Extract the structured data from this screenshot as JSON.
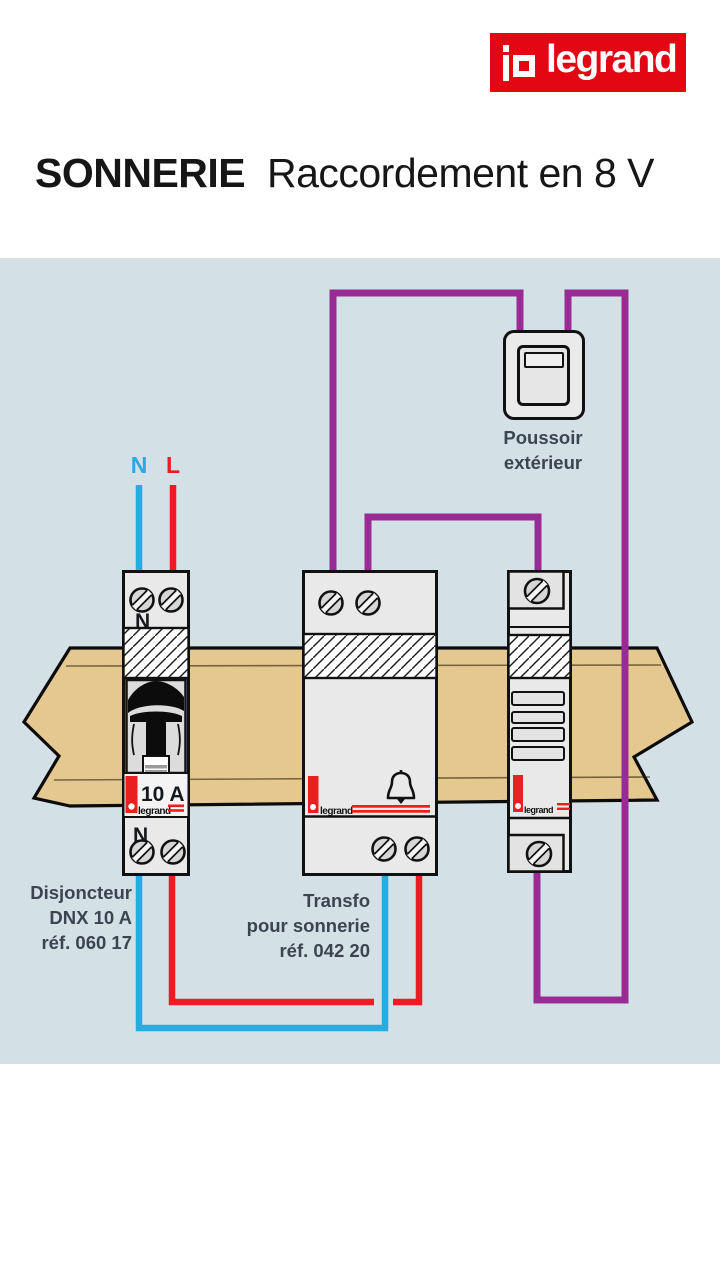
{
  "header": {
    "logo": {
      "text": "legrand",
      "bg_color": "#E30613"
    },
    "title": {
      "bold": "SONNERIE",
      "regular": "Raccordement en 8 V"
    }
  },
  "diagram": {
    "panel_bg_color": "#D3E0E6",
    "rail_color": "#E5C88F",
    "wire_colors": {
      "neutral": "#29ABE2",
      "live": "#ED1C24",
      "bell_circuit": "#982B94"
    },
    "incoming": {
      "neutral_label": "N",
      "live_label": "L"
    },
    "push_button": {
      "caption_line1": "Poussoir",
      "caption_line2": "extérieur"
    },
    "breaker": {
      "top_terminal_label": "N",
      "rating": "10 A",
      "brand": "legrand",
      "bottom_terminal_label": "N",
      "caption_line1": "Disjoncteur",
      "caption_line2": "DNX 10 A",
      "caption_line3": "réf. 060 17"
    },
    "transformer": {
      "brand": "legrand",
      "caption_line1": "Transfo",
      "caption_line2": "pour sonnerie",
      "caption_line3": "réf. 042 20"
    },
    "bell_module": {
      "brand": "legrand"
    }
  }
}
